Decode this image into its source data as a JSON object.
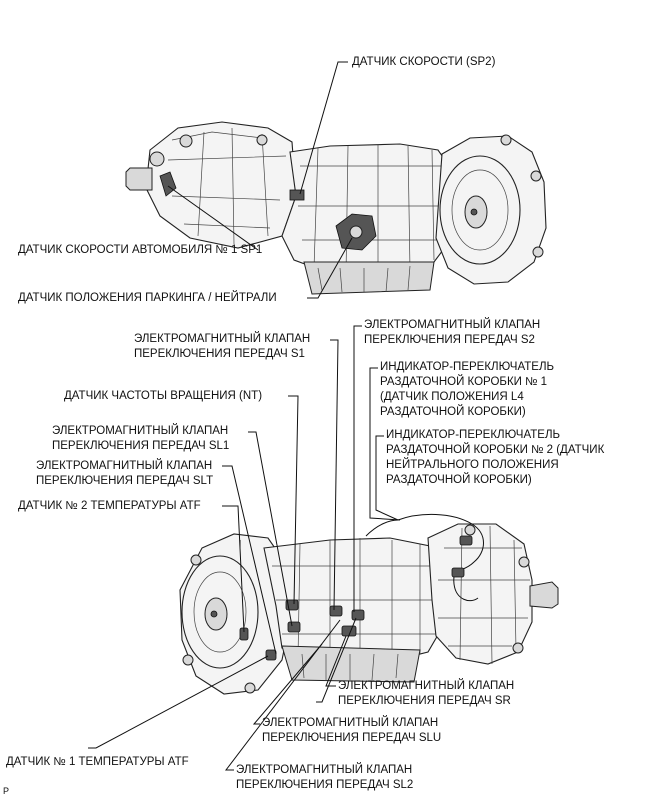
{
  "labels": {
    "sp2": [
      "ДАТЧИК СКОРОСТИ (SP2)"
    ],
    "sp1": [
      "ДАТЧИК СКОРОСТИ АВТОМОБИЛЯ № 1 SP1"
    ],
    "pnp": [
      "ДАТЧИК ПОЛОЖЕНИЯ ПАРКИНГА / НЕЙТРАЛИ"
    ],
    "s2": [
      "ЭЛЕКТРОМАГНИТНЫЙ КЛАПАН",
      "ПЕРЕКЛЮЧЕНИЯ ПЕРЕДАЧ S2"
    ],
    "s1": [
      "ЭЛЕКТРОМАГНИТНЫЙ КЛАПАН",
      "ПЕРЕКЛЮЧЕНИЯ ПЕРЕДАЧ S1"
    ],
    "tf1": [
      "ИНДИКАТОР-ПЕРЕКЛЮЧАТЕЛЬ",
      "РАЗДАТОЧНОЙ КОРОБКИ № 1",
      "(ДАТЧИК ПОЛОЖЕНИЯ L4",
      "РАЗДАТОЧНОЙ КОРОБКИ)"
    ],
    "nt": [
      "ДАТЧИК ЧАСТОТЫ ВРАЩЕНИЯ (NT)"
    ],
    "tf2": [
      "ИНДИКАТОР-ПЕРЕКЛЮЧАТЕЛЬ",
      "РАЗДАТОЧНОЙ КОРОБКИ № 2 (ДАТЧИК",
      "НЕЙТРАЛЬНОГО ПОЛОЖЕНИЯ",
      "РАЗДАТОЧНОЙ КОРОБКИ)"
    ],
    "sl1": [
      "ЭЛЕКТРОМАГНИТНЫЙ КЛАПАН",
      "ПЕРЕКЛЮЧЕНИЯ ПЕРЕДАЧ SL1"
    ],
    "slt": [
      "ЭЛЕКТРОМАГНИТНЫЙ КЛАПАН",
      "ПЕРЕКЛЮЧЕНИЯ ПЕРЕДАЧ SLT"
    ],
    "atf2": [
      "ДАТЧИК № 2 ТЕМПЕРАТУРЫ ATF"
    ],
    "sr": [
      "ЭЛЕКТРОМАГНИТНЫЙ КЛАПАН",
      "ПЕРЕКЛЮЧЕНИЯ ПЕРЕДАЧ SR"
    ],
    "slu": [
      "ЭЛЕКТРОМАГНИТНЫЙ КЛАПАН",
      "ПЕРЕКЛЮЧЕНИЯ ПЕРЕДАЧ SLU"
    ],
    "atf1": [
      "ДАТЧИК № 1 ТЕМПЕРАТУРЫ ATF"
    ],
    "sl2": [
      "ЭЛЕКТРОМАГНИТНЫЙ КЛАПАН",
      "ПЕРЕКЛЮЧЕНИЯ ПЕРЕДАЧ SL2"
    ]
  },
  "corner_mark": "P"
}
